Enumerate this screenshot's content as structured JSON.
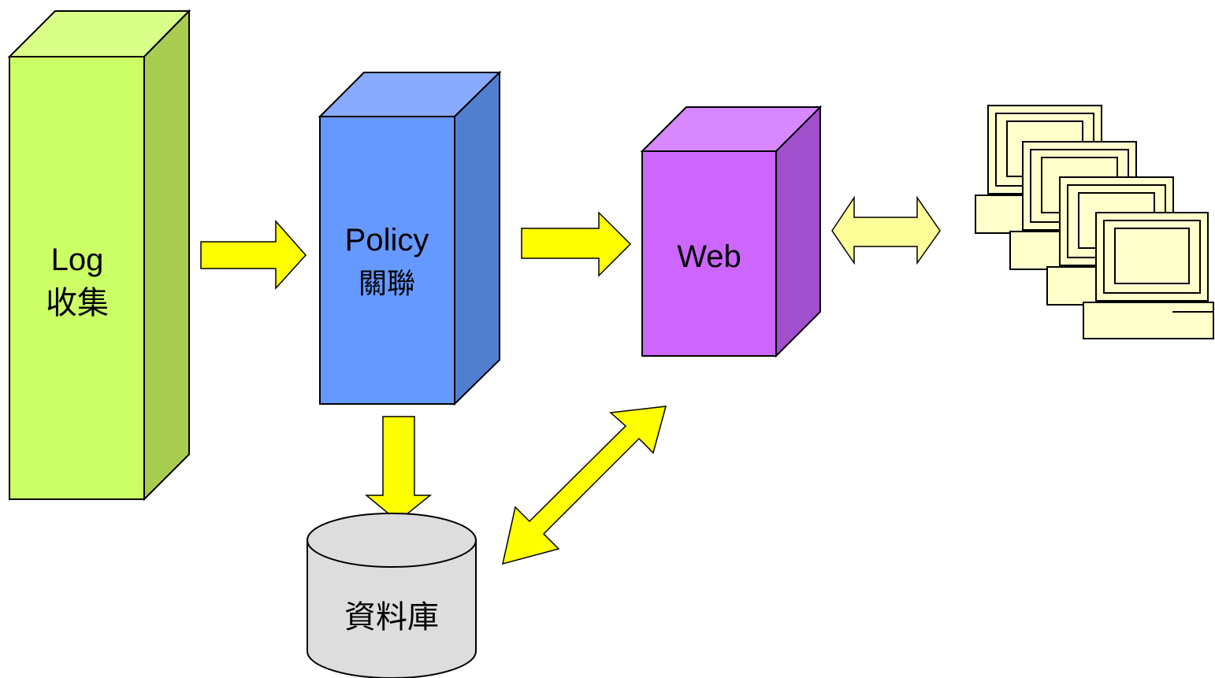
{
  "nodes": {
    "log": {
      "line1": "Log",
      "line2": "收集"
    },
    "policy": {
      "line1": "Policy",
      "line2": "關聯"
    },
    "web": {
      "label": "Web"
    },
    "database": {
      "label": "資料庫"
    }
  },
  "colors": {
    "log_front": "#ccff66",
    "log_top": "#d9ff88",
    "log_side": "#a8cc50",
    "policy_front": "#6699ff",
    "policy_top": "#88aaff",
    "policy_side": "#507fcf",
    "web_front": "#cc66ff",
    "web_top": "#d888ff",
    "web_side": "#a050cc",
    "arrow_yellow": "#ffff00",
    "arrow_pale": "#ffff99",
    "db_fill": "#dddddd",
    "monitor_fill": "#ffffcc"
  }
}
